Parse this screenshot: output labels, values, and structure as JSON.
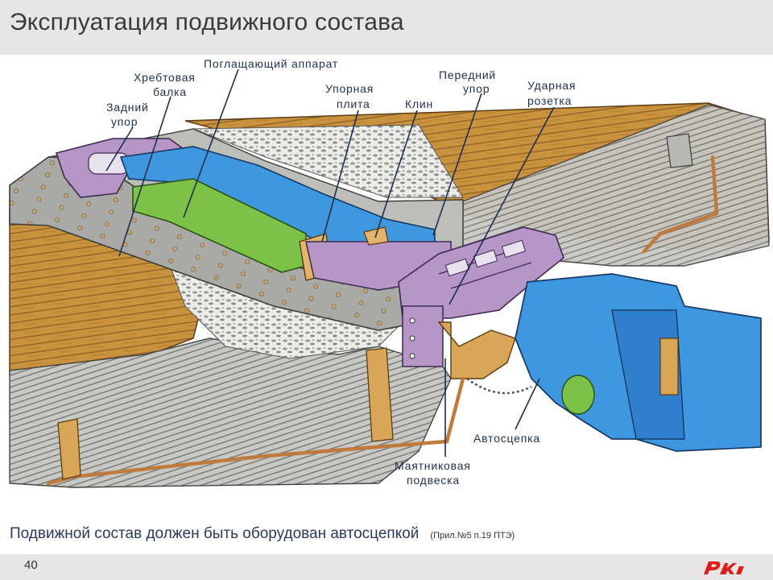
{
  "header": {
    "title": "Эксплуатация подвижного состава"
  },
  "labels": {
    "absorber": "Поглащающий аппарат",
    "center_sill": [
      "Хребтовая",
      "балка"
    ],
    "rear_stop": [
      "Задний",
      "упор"
    ],
    "thrust_plate": [
      "Упорная",
      "плита"
    ],
    "wedge": "Клин",
    "front_stop": [
      "Передний",
      "упор"
    ],
    "striker": [
      "Ударная",
      "розетка"
    ],
    "coupler": "Автосцепка",
    "pendulum": [
      "Маятниковая",
      "подвеска"
    ]
  },
  "caption": {
    "text": "Подвижной состав должен быть оборудован автосцепкой",
    "reference": "(Прил.№5 п.19  ПТЭ)"
  },
  "footer": {
    "page_number": "40"
  },
  "colors": {
    "wood": "#c9923d",
    "frame": "#a9aaa6",
    "purple": "#b596c6",
    "blue": "#3f97e0",
    "green": "#7cc148",
    "gravel": "#e2e2de",
    "rod": "#c07a3c"
  }
}
